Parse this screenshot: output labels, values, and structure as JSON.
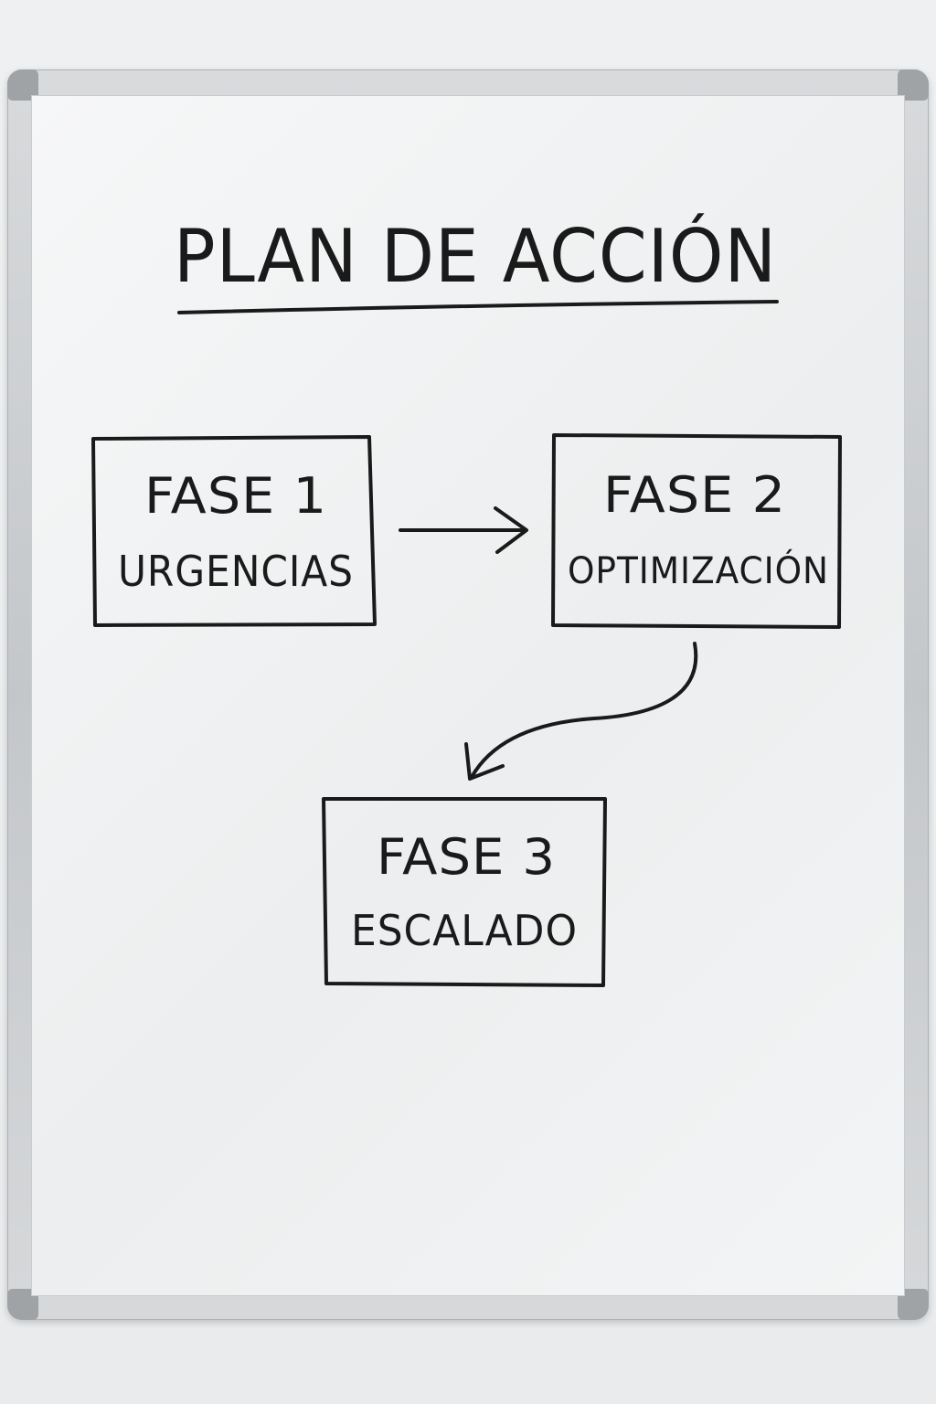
{
  "title": "PLAN DE ACCIÓN",
  "phases": [
    {
      "label": "FASE 1",
      "name": "URGENCIAS"
    },
    {
      "label": "FASE 2",
      "name": "OPTIMIZACIÓN"
    },
    {
      "label": "FASE 3",
      "name": "ESCALADO"
    }
  ],
  "colors": {
    "marker": "#1a1a1a",
    "board": "#eef0f1",
    "frame": "#c4c7ca"
  }
}
